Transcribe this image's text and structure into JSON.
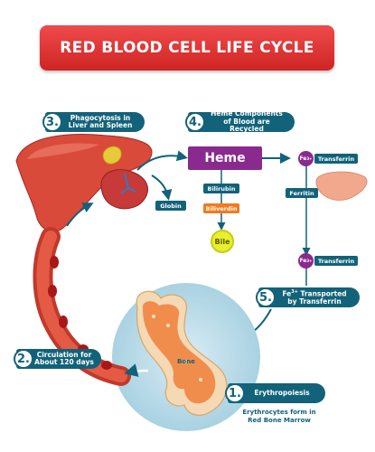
{
  "title": "RED BLOOD CELL LIFE CYCLE",
  "steps": [
    {
      "num": "1.",
      "label": "Erythropoiesis"
    },
    {
      "num": "2.",
      "label": "Circulation for About 120 days"
    },
    {
      "num": "3.",
      "label": "Phagocytosis in Liver and Spleen"
    },
    {
      "num": "4.",
      "label": "Heme Components of Blood are Recycled"
    },
    {
      "num": "5.",
      "label": "Transported by Transferrin",
      "prefix": "Fe",
      "sup": "3+"
    }
  ],
  "labels": {
    "heme": "Heme",
    "globin": "Globin",
    "bilirubin": "Bilirubin",
    "biliverdin": "Biliverdin",
    "bile": "Bile",
    "ferritin": "Ferritin",
    "transferrin_top": "Transferrin",
    "transferrin_bottom": "Transferrin",
    "fe": "Fe",
    "fe_sup": "3+",
    "bone": "Bone",
    "marrow_caption": "Erythrocytes form in Red Bone Marrow"
  },
  "colors": {
    "title_red": "#e03a3a",
    "teal": "#12627a",
    "heme_purple": "#8a2a8e",
    "biliverdin_orange": "#f27a1f",
    "bile_yellow": "#e8ef2e",
    "liver_red": "#d94a3a"
  }
}
